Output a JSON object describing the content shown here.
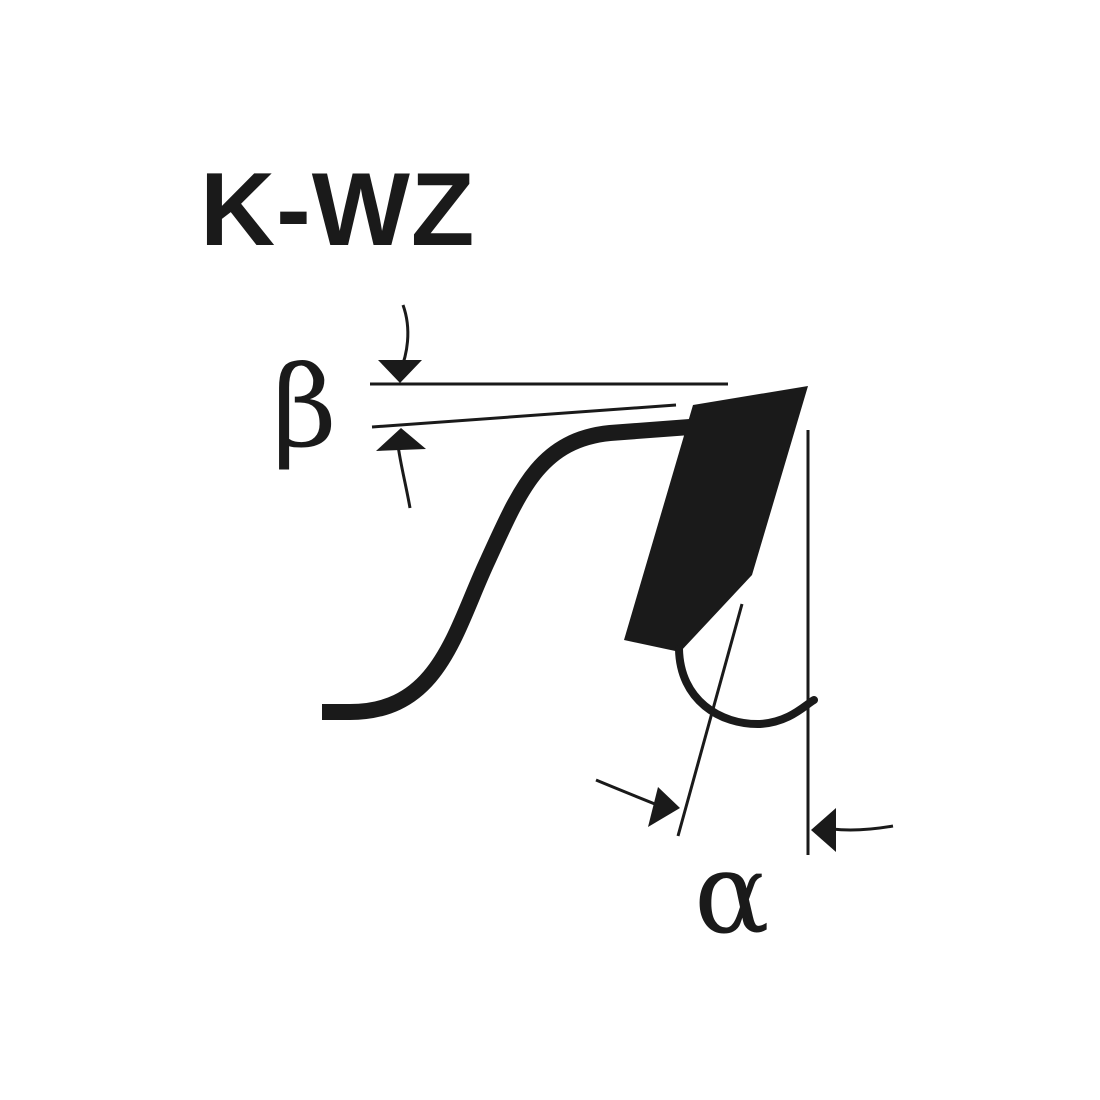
{
  "title": "K-WZ",
  "labels": {
    "beta": "β",
    "alpha": "α"
  },
  "colors": {
    "ink": "#1a1a1a",
    "background": "#ffffff"
  }
}
